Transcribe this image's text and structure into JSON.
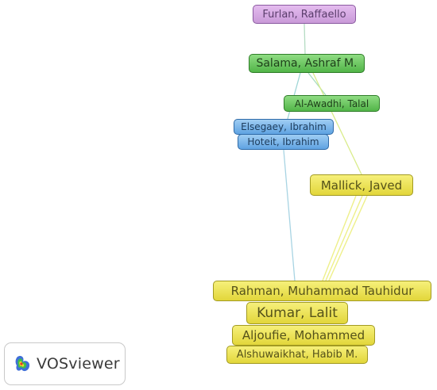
{
  "network": {
    "nodes": [
      {
        "id": "furlan",
        "label": "Furlan, Raffaello",
        "cluster": "purple"
      },
      {
        "id": "salama",
        "label": "Salama, Ashraf M.",
        "cluster": "green"
      },
      {
        "id": "alawadhi",
        "label": "Al-Awadhi, Talal",
        "cluster": "green"
      },
      {
        "id": "elsegaey",
        "label": "Elsegaey, Ibrahim",
        "cluster": "blue"
      },
      {
        "id": "hoteit",
        "label": "Hoteit, Ibrahim",
        "cluster": "blue"
      },
      {
        "id": "mallick",
        "label": "Mallick, Javed",
        "cluster": "yellow"
      },
      {
        "id": "rahman",
        "label": "Rahman, Muhammad Tauhidur",
        "cluster": "yellow"
      },
      {
        "id": "kumar",
        "label": "Kumar, Lalit",
        "cluster": "yellow"
      },
      {
        "id": "aljoufie",
        "label": "Aljoufie, Mohammed",
        "cluster": "yellow"
      },
      {
        "id": "alshuwaikhat",
        "label": "Alshuwaikhat, Habib M.",
        "cluster": "yellow"
      }
    ],
    "links": [
      {
        "source": "furlan",
        "target": "salama"
      },
      {
        "source": "salama",
        "target": "alawadhi"
      },
      {
        "source": "salama",
        "target": "hoteit"
      },
      {
        "source": "salama",
        "target": "mallick"
      },
      {
        "source": "hoteit",
        "target": "rahman"
      },
      {
        "source": "mallick",
        "target": "rahman"
      },
      {
        "source": "mallick",
        "target": "kumar"
      },
      {
        "source": "mallick",
        "target": "aljoufie"
      }
    ],
    "colors": {
      "purple": "#d3a9e2",
      "green": "#6ccb5f",
      "blue": "#7cb7ec",
      "yellow": "#ece55a",
      "link_green_yellow": "#d9ec8a",
      "link_blue": "#9ecfe6",
      "link_green": "#a8dcc0"
    }
  },
  "logo": {
    "text": "VOSviewer",
    "icon": "vosviewer-logo-icon"
  }
}
